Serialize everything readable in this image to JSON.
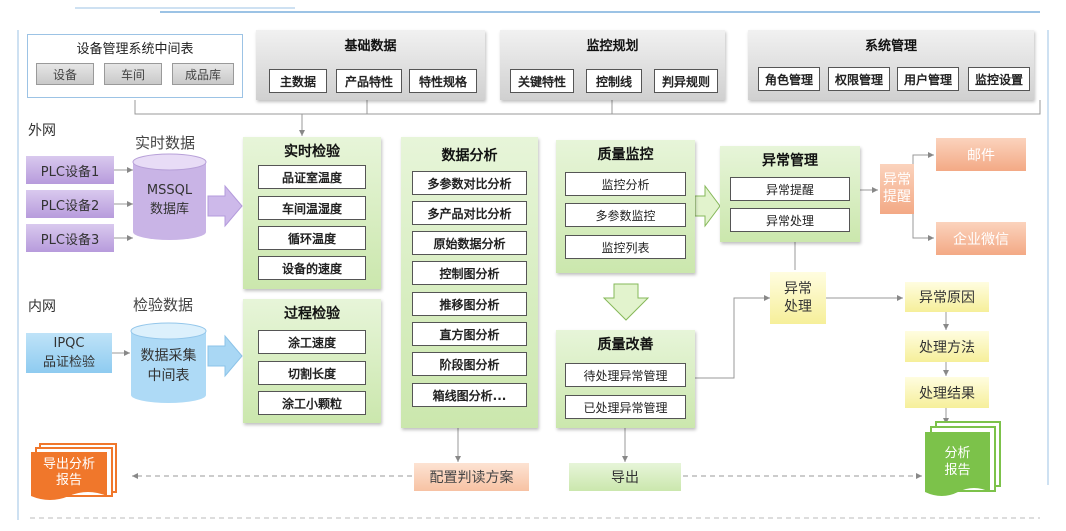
{
  "zones": {
    "external": "外网",
    "internal": "内网"
  },
  "middle_table": {
    "title": "设备管理系统中间表",
    "items": [
      "设备",
      "车间",
      "成品库"
    ]
  },
  "top_panels": [
    {
      "title": "基础数据",
      "items": [
        "主数据",
        "产品特性",
        "特性规格"
      ]
    },
    {
      "title": "监控规划",
      "items": [
        "关键特性",
        "控制线",
        "判异规则"
      ]
    },
    {
      "title": "系统管理",
      "items": [
        "角色管理",
        "权限管理",
        "用户管理",
        "监控设置"
      ]
    }
  ],
  "realtime_data_label": "实时数据",
  "inspection_data_label": "检验数据",
  "plc_devices": [
    "PLC设备1",
    "PLC设备2",
    "PLC设备3"
  ],
  "mssql_db": {
    "line1": "MSSQL",
    "line2": "数据库"
  },
  "ipqc": {
    "line1": "IPQC",
    "line2": "品证检验"
  },
  "collect_db": {
    "line1": "数据采集",
    "line2": "中间表"
  },
  "realtime_inspection": {
    "title": "实时检验",
    "items": [
      "品证室温度",
      "车间温湿度",
      "循环温度",
      "设备的速度"
    ]
  },
  "process_inspection": {
    "title": "过程检验",
    "items": [
      "涂工速度",
      "切割长度",
      "涂工小颗粒"
    ]
  },
  "data_analysis": {
    "title": "数据分析",
    "items": [
      "多参数对比分析",
      "多产品对比分析",
      "原始数据分析",
      "控制图分析",
      "推移图分析",
      "直方图分析",
      "阶段图分析",
      "箱线图分析..."
    ]
  },
  "quality_monitor": {
    "title": "质量监控",
    "items": [
      "监控分析",
      "多参数监控",
      "监控列表"
    ]
  },
  "quality_improve": {
    "title": "质量改善",
    "items": [
      "待处理异常管理",
      "已处理异常管理"
    ]
  },
  "anomaly_mgmt": {
    "title": "异常管理",
    "items": [
      "异常提醒",
      "异常处理"
    ]
  },
  "alert": {
    "line1": "异常",
    "line2": "提醒"
  },
  "channels": [
    "邮件",
    "企业微信"
  ],
  "anomaly_handle": {
    "line1": "异常",
    "line2": "处理"
  },
  "handling_steps": [
    "异常原因",
    "处理方法",
    "处理结果"
  ],
  "config_scheme": "配置判读方案",
  "export": "导出",
  "export_report": {
    "line1": "导出分析",
    "line2": "报告"
  },
  "analysis_report": {
    "line1": "分析",
    "line2": "报告"
  },
  "colors": {
    "green_panel": "#cbe7ad",
    "orange": "#f3a985",
    "purple": "#b79bdc",
    "blue": "#9ccff0",
    "yellow": "#f6ef9a",
    "report_green": "#7cc24a",
    "report_orange": "#f0772b"
  }
}
